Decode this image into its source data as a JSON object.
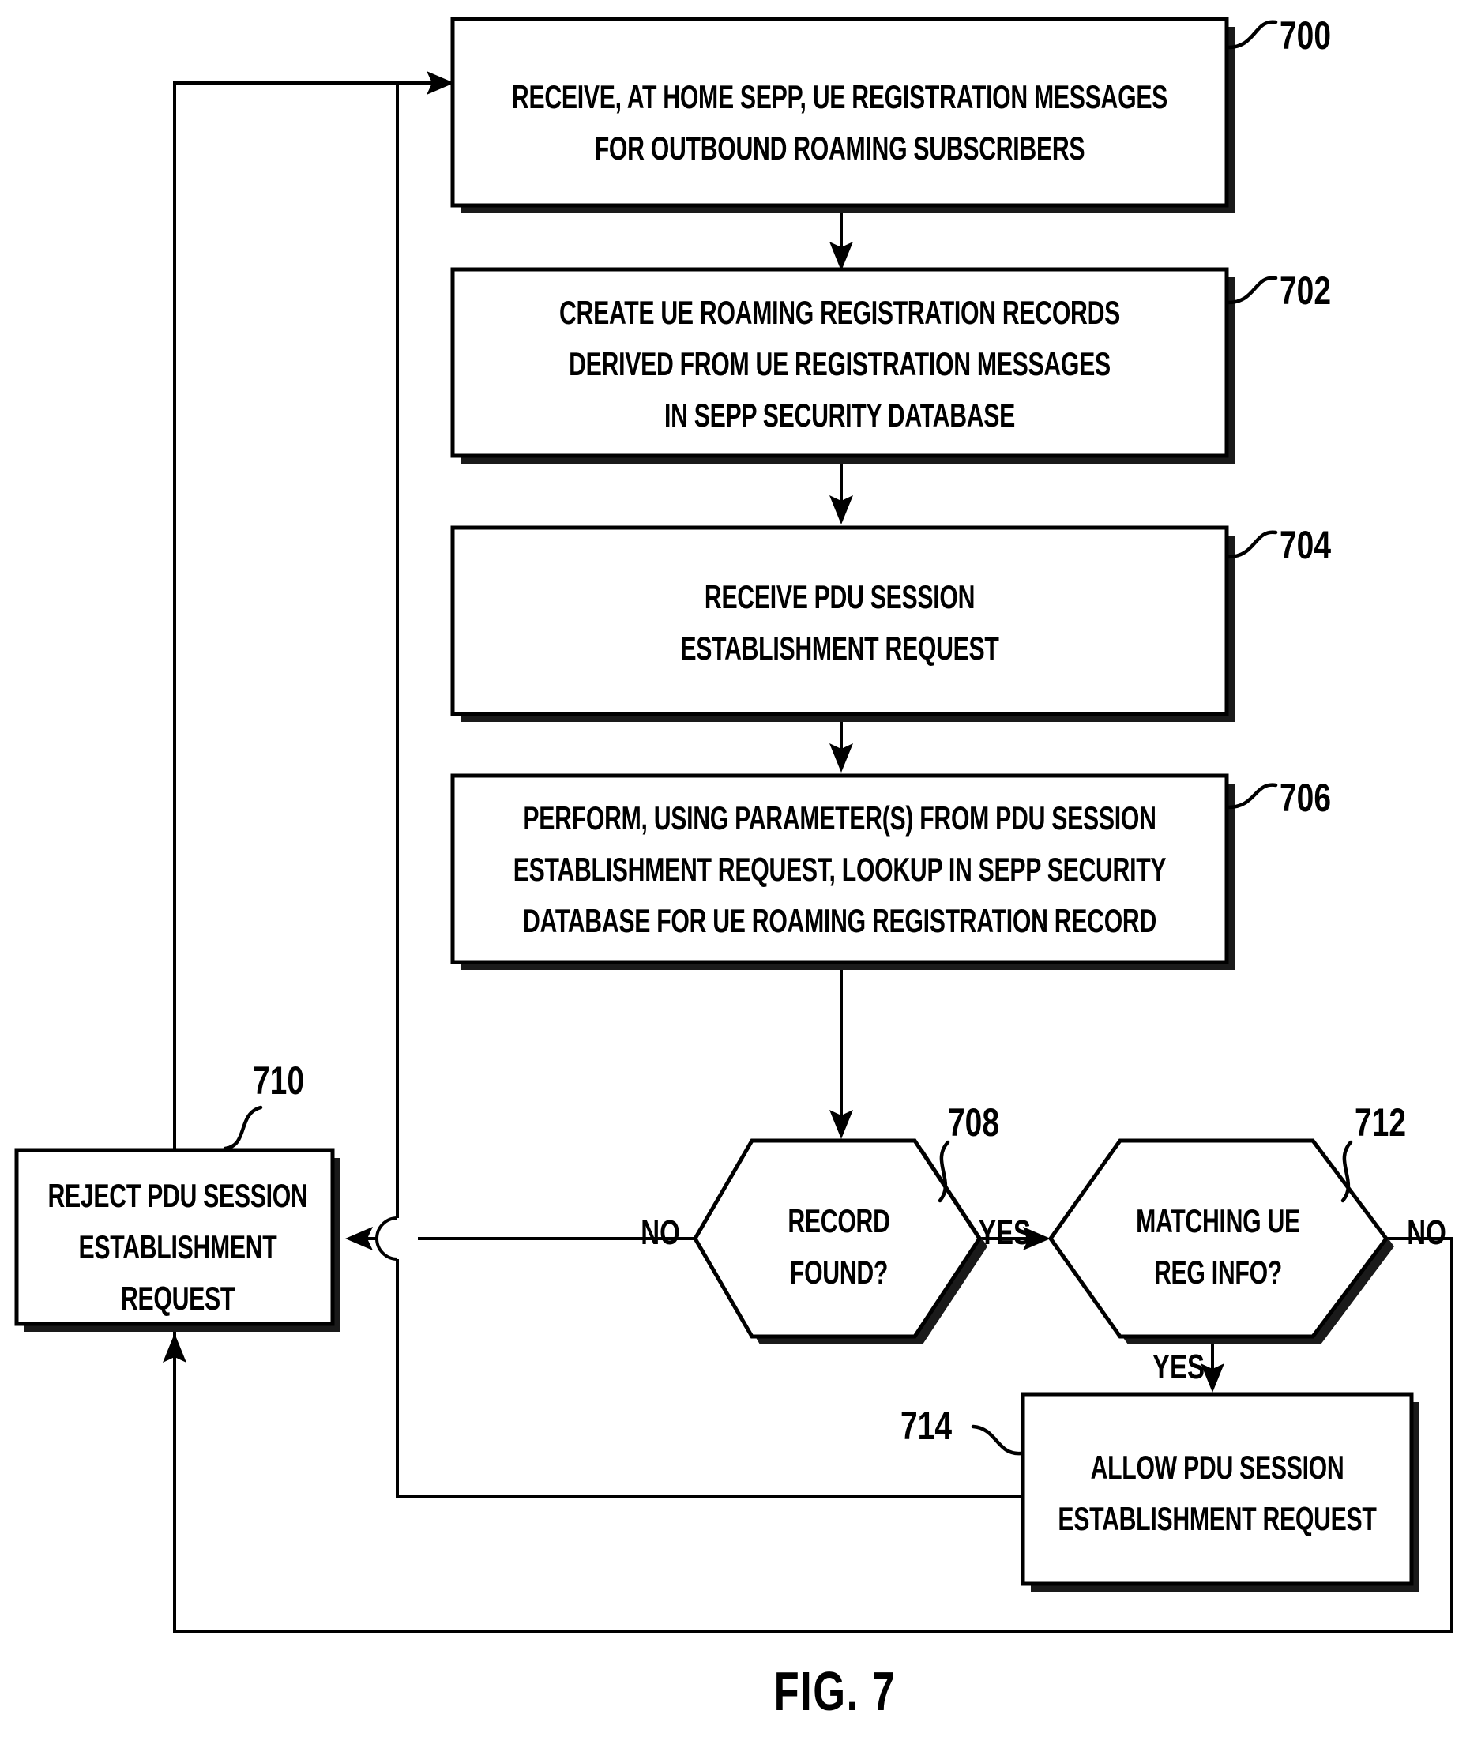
{
  "figure": {
    "caption": "FIG. 7",
    "title": "Flowchart of SEPP UE roaming registration record lookup for PDU session establishment"
  },
  "nodes": [
    {
      "id": "n700",
      "ref": "700",
      "shape": "process",
      "lines": [
        "RECEIVE, AT HOME SEPP, UE REGISTRATION MESSAGES",
        "FOR OUTBOUND ROAMING SUBSCRIBERS"
      ]
    },
    {
      "id": "n702",
      "ref": "702",
      "shape": "process",
      "lines": [
        "CREATE UE ROAMING REGISTRATION RECORDS",
        "DERIVED FROM UE REGISTRATION MESSAGES",
        "IN SEPP SECURITY DATABASE"
      ]
    },
    {
      "id": "n704",
      "ref": "704",
      "shape": "process",
      "lines": [
        "RECEIVE PDU SESSION",
        "ESTABLISHMENT REQUEST"
      ]
    },
    {
      "id": "n706",
      "ref": "706",
      "shape": "process",
      "lines": [
        "PERFORM, USING PARAMETER(S) FROM PDU SESSION",
        "ESTABLISHMENT REQUEST, LOOKUP IN SEPP SECURITY",
        "DATABASE FOR UE ROAMING REGISTRATION RECORD"
      ]
    },
    {
      "id": "n708",
      "ref": "708",
      "shape": "decision",
      "lines": [
        "RECORD",
        "FOUND?"
      ]
    },
    {
      "id": "n712",
      "ref": "712",
      "shape": "decision",
      "lines": [
        "MATCHING UE",
        "REG INFO?"
      ]
    },
    {
      "id": "n710",
      "ref": "710",
      "shape": "process",
      "lines": [
        "REJECT PDU SESSION",
        "ESTABLISHMENT",
        "REQUEST"
      ]
    },
    {
      "id": "n714",
      "ref": "714",
      "shape": "process",
      "lines": [
        "ALLOW PDU SESSION",
        "ESTABLISHMENT REQUEST"
      ]
    }
  ],
  "edge_labels": {
    "e708_no": "NO",
    "e708_yes": "YES",
    "e712_no": "NO",
    "e712_yes": "YES"
  },
  "colors": {
    "ink": "#000000",
    "paper": "#ffffff",
    "shadow": "#1a1a1a"
  }
}
